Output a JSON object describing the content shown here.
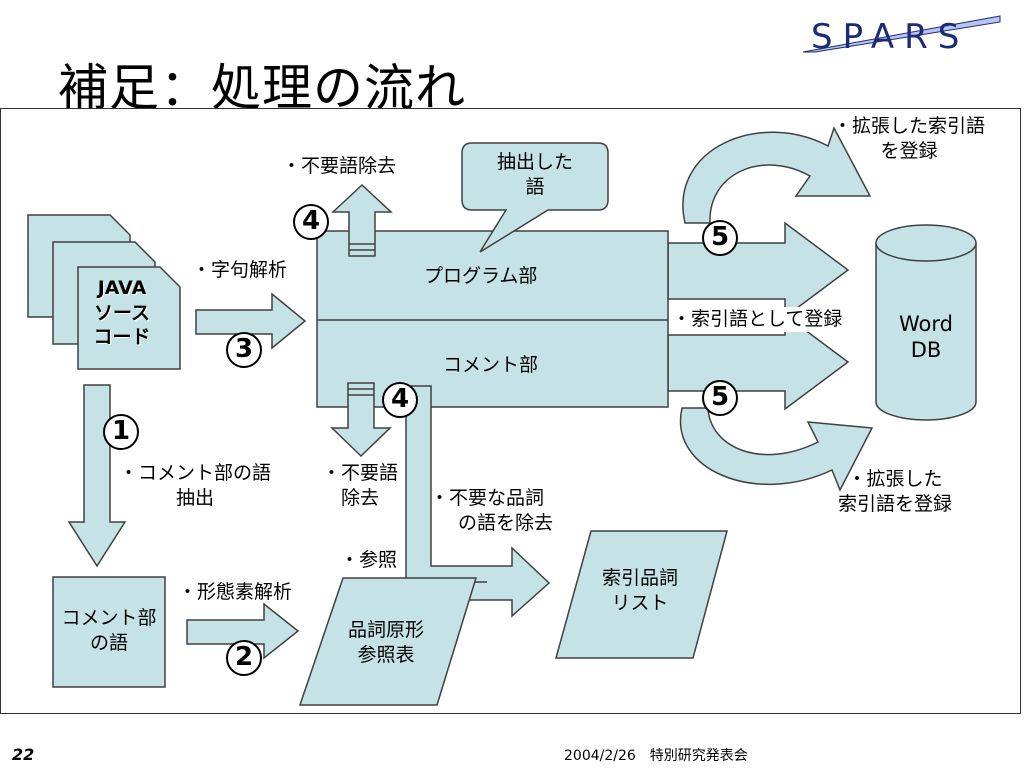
{
  "title": "補足：処理の流れ",
  "logo": {
    "text": "SPARS"
  },
  "source_docs": {
    "line1": "JAVA",
    "line2": "ソース",
    "line3": "コード"
  },
  "program_box": {
    "program_label": "プログラム部",
    "comment_label": "コメント部"
  },
  "callout": {
    "line1": "抽出した",
    "line2": "語"
  },
  "database": {
    "line1": "Word",
    "line2": "DB"
  },
  "comment_words_box": {
    "line1": "コメント部",
    "line2": "の語"
  },
  "pos_table": {
    "line1": "品詞原形",
    "line2": "参照表"
  },
  "index_pos_list": {
    "line1": "索引品詞",
    "line2": "リスト"
  },
  "steps": {
    "s1": "1",
    "s2": "2",
    "s3": "3",
    "s4a": "4",
    "s4b": "4",
    "s5a": "5",
    "s5b": "5"
  },
  "labels": {
    "lexical": "・字句解析",
    "remove_top": "・不要語除去",
    "extended_top_1": "・拡張した索引語",
    "extended_top_2": "を登録",
    "register": "・索引語として登録",
    "comment_extract_1": "・コメント部の語",
    "comment_extract_2": "抽出",
    "remove_mid_1": "・不要語",
    "remove_mid_2": "除去",
    "remove_pos_1": "・不要な品詞",
    "remove_pos_2": "の語を除去",
    "refer": "・参照",
    "morph": "・形態素解析",
    "extended_bottom_1": "・拡張した",
    "extended_bottom_2": "索引語を登録"
  },
  "footer": {
    "page": "22",
    "date_event": "2004/2/26　特別研究発表会"
  },
  "colors": {
    "fill": "#c5e3e6",
    "stroke": "#404040",
    "logo_blue": "#1d2a78"
  }
}
